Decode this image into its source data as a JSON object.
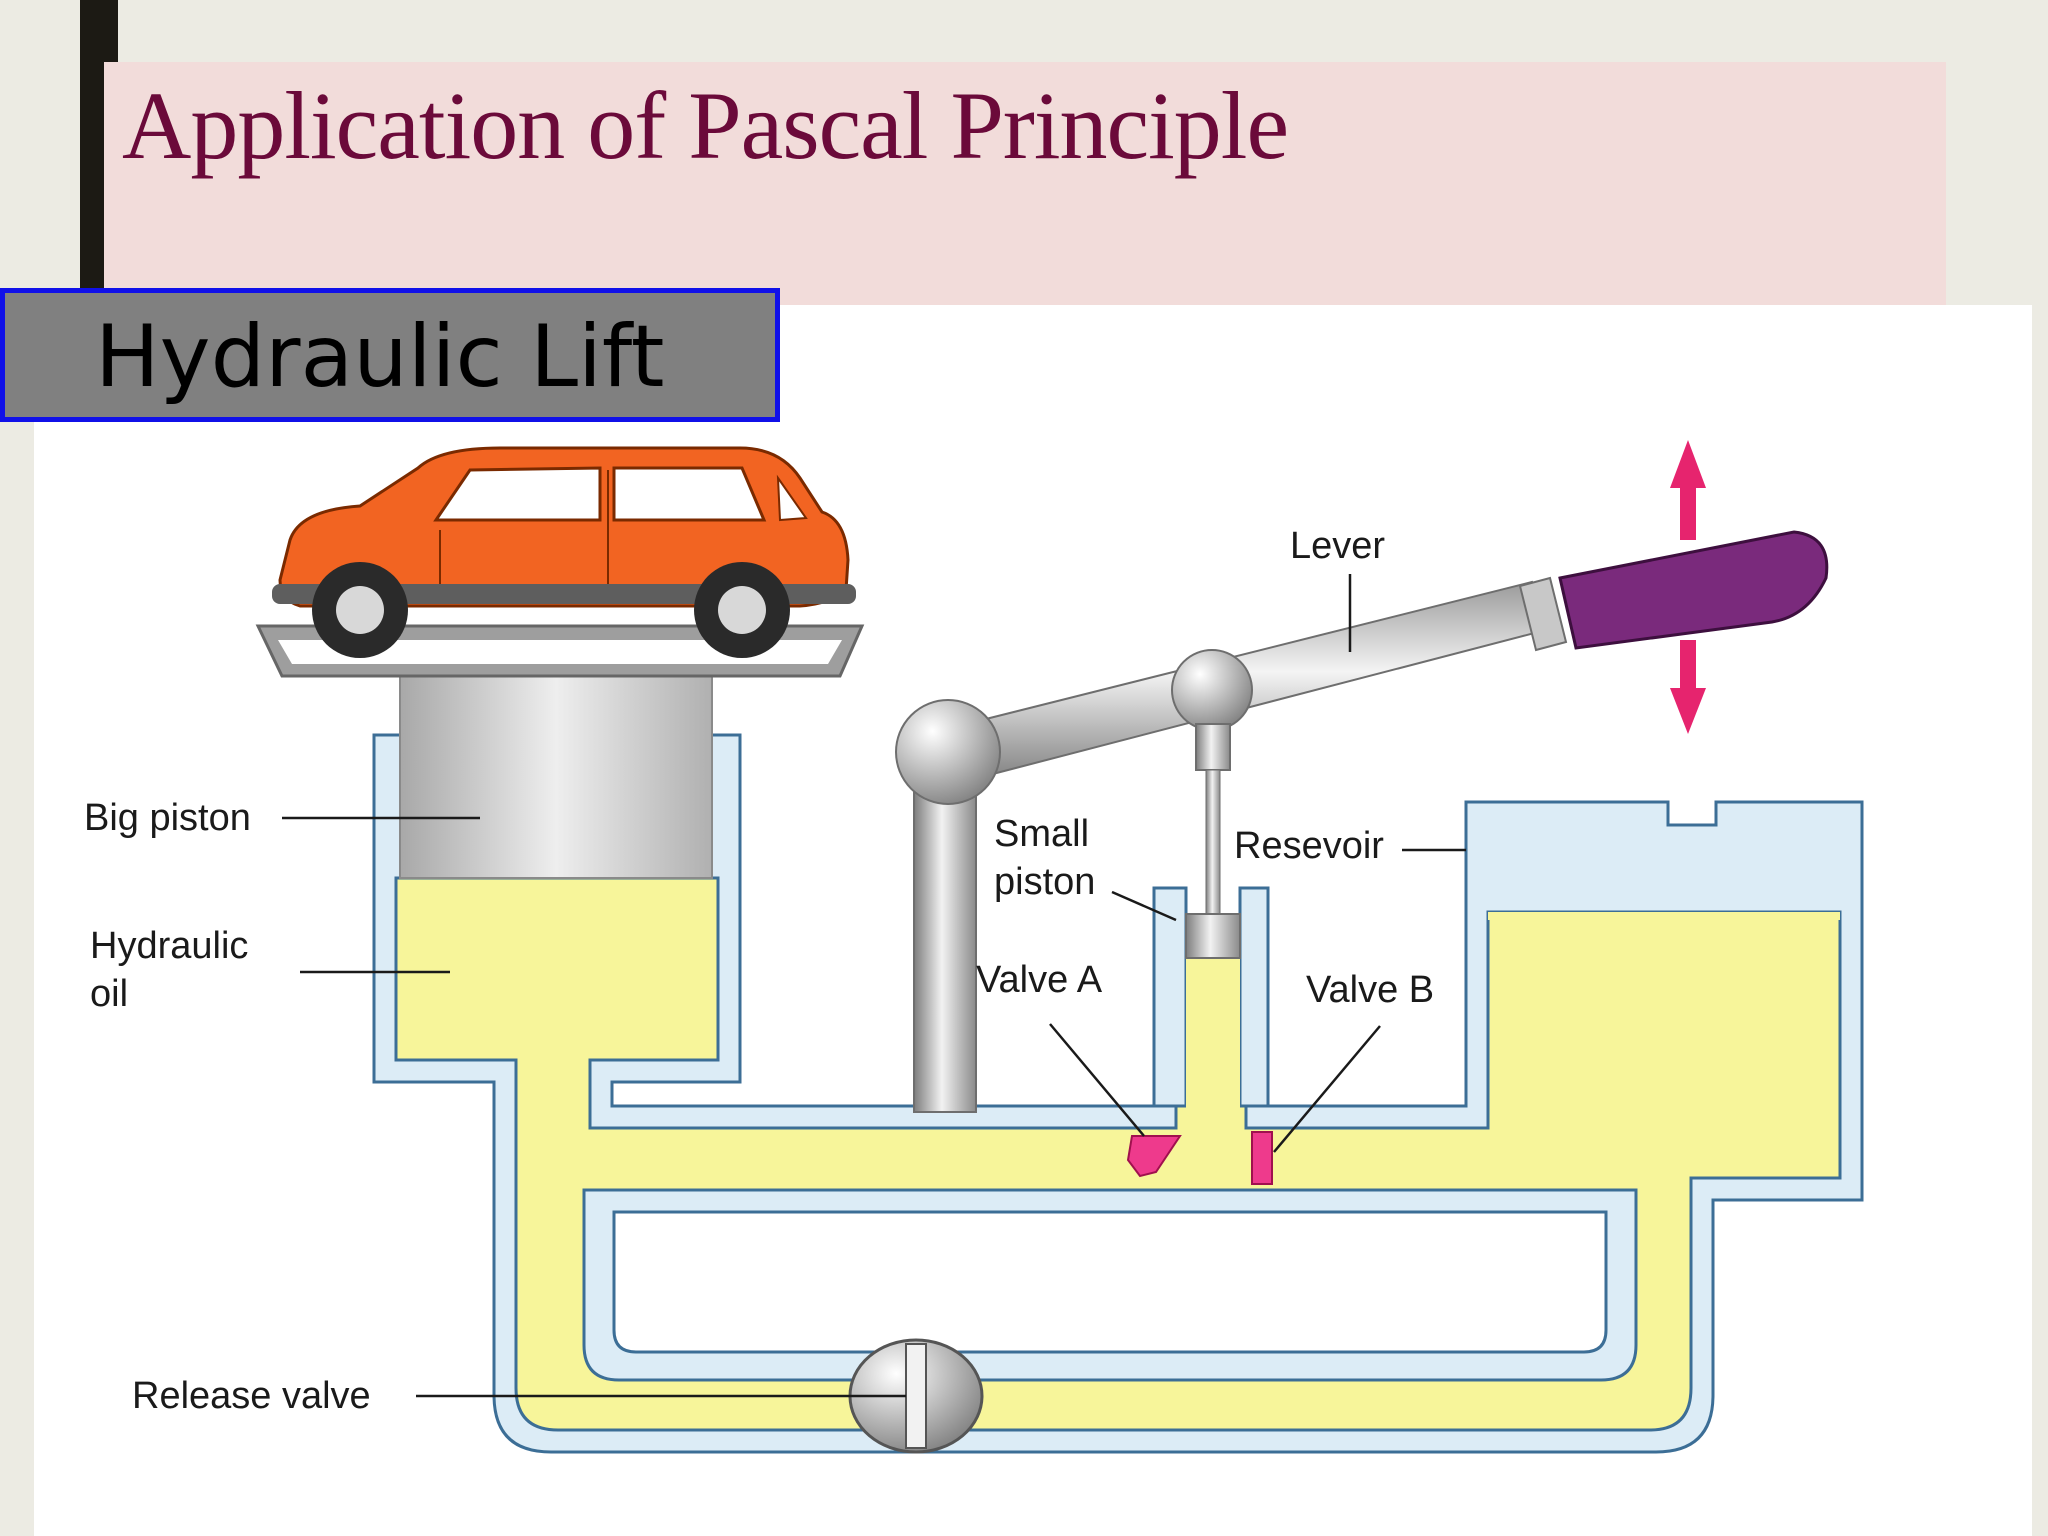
{
  "slide": {
    "title": "Application of Pascal Principle",
    "section_label": "Hydraulic Lift"
  },
  "diagram": {
    "labels": {
      "big_piston": "Big piston",
      "hydraulic_oil_line1": "Hydraulic",
      "hydraulic_oil_line2": "oil",
      "small_piston_line1": "Small",
      "small_piston_line2": "piston",
      "valve_a": "Valve A",
      "valve_b": "Valve B",
      "reservoir": "Resevoir",
      "lever": "Lever",
      "release_valve": "Release valve"
    },
    "colors": {
      "title_text": "#6b0a3a",
      "title_band": "#f2dcda",
      "section_label_bg": "#808080",
      "section_label_border": "#1010e8",
      "oil": "#f7f59a",
      "pipe_wall": "#dcecf6",
      "pipe_outline": "#3c6e96",
      "car_body": "#f26422",
      "valve": "#ee3a8c",
      "handle": "#7a2a7c",
      "arrow": "#e6246e"
    }
  }
}
